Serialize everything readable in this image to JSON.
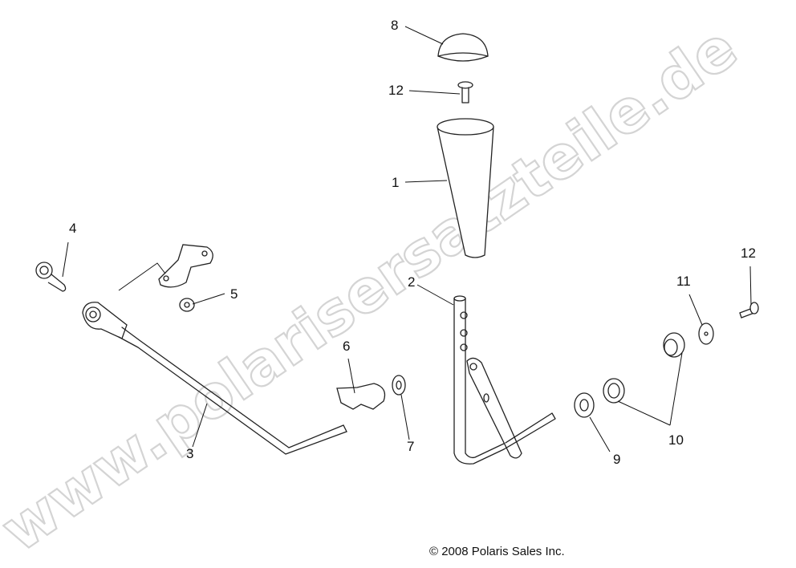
{
  "watermark": "www.polarisersatzteile.de",
  "copyright": "© 2008 Polaris Sales Inc.",
  "callouts": [
    {
      "id": "8",
      "part": "knob-cap"
    },
    {
      "id": "12",
      "part": "screw-top"
    },
    {
      "id": "1",
      "part": "shift-knob"
    },
    {
      "id": "4",
      "part": "bolt"
    },
    {
      "id": "5",
      "part": "nut"
    },
    {
      "id": "2",
      "part": "shift-lever"
    },
    {
      "id": "6",
      "part": "clip"
    },
    {
      "id": "3",
      "part": "shift-rod"
    },
    {
      "id": "7",
      "part": "washer"
    },
    {
      "id": "9",
      "part": "washer"
    },
    {
      "id": "10",
      "part": "bushing"
    },
    {
      "id": "11",
      "part": "washer"
    },
    {
      "id": "12",
      "part": "screw-right"
    }
  ]
}
